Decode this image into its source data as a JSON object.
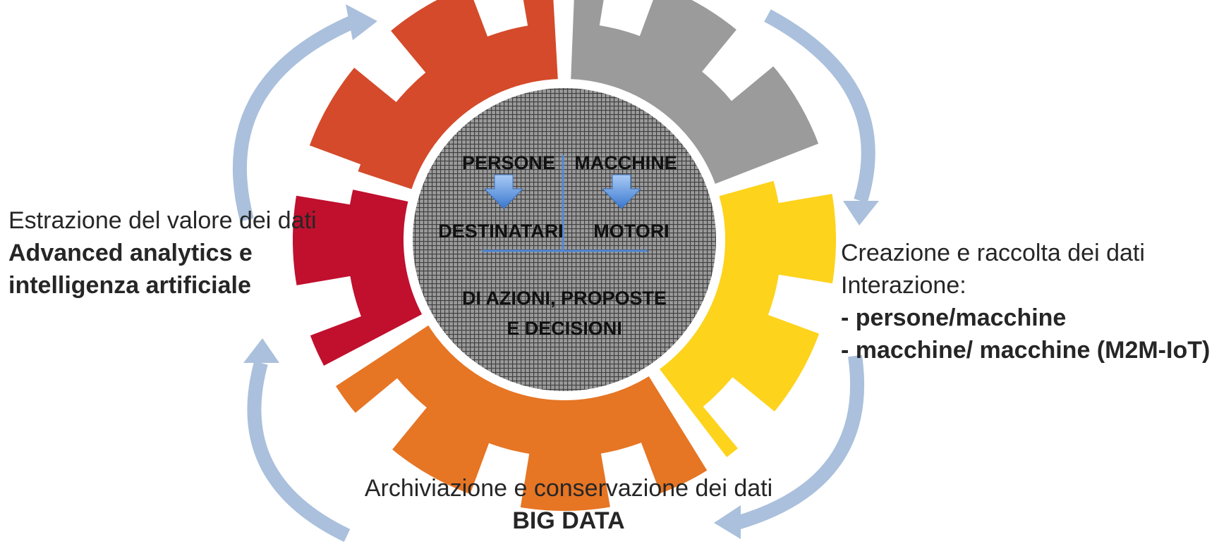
{
  "colors": {
    "segment_top_left": "#D44A2B",
    "segment_top_right": "#9B9B9B",
    "segment_right": "#FDD31C",
    "segment_bottom": "#E67524",
    "segment_left": "#C0102E",
    "cycle_arrows": "#AAC0DC",
    "center_arrows": "#4F88D8",
    "center_fill": "#8A8A8A"
  },
  "center": {
    "people": "PERSONE",
    "machines": "MACCHINE",
    "recipients": "DESTINATARI",
    "engines": "MOTORI",
    "actions_line1": "DI AZIONI, PROPOSTE",
    "actions_line2": "E DECISIONI"
  },
  "left": {
    "line1": "Estrazione del valore dei dati",
    "line2": "Advanced analytics e",
    "line3": "intelligenza artificiale"
  },
  "right": {
    "line1": "Creazione e raccolta dei dati",
    "line2": "Interazione:",
    "line3": "- persone/macchine",
    "line4": "- macchine/ macchine (M2M-IoT)"
  },
  "bottom": {
    "line1": "Archiviazione e conservazione dei dati",
    "line2": "BIG DATA"
  }
}
